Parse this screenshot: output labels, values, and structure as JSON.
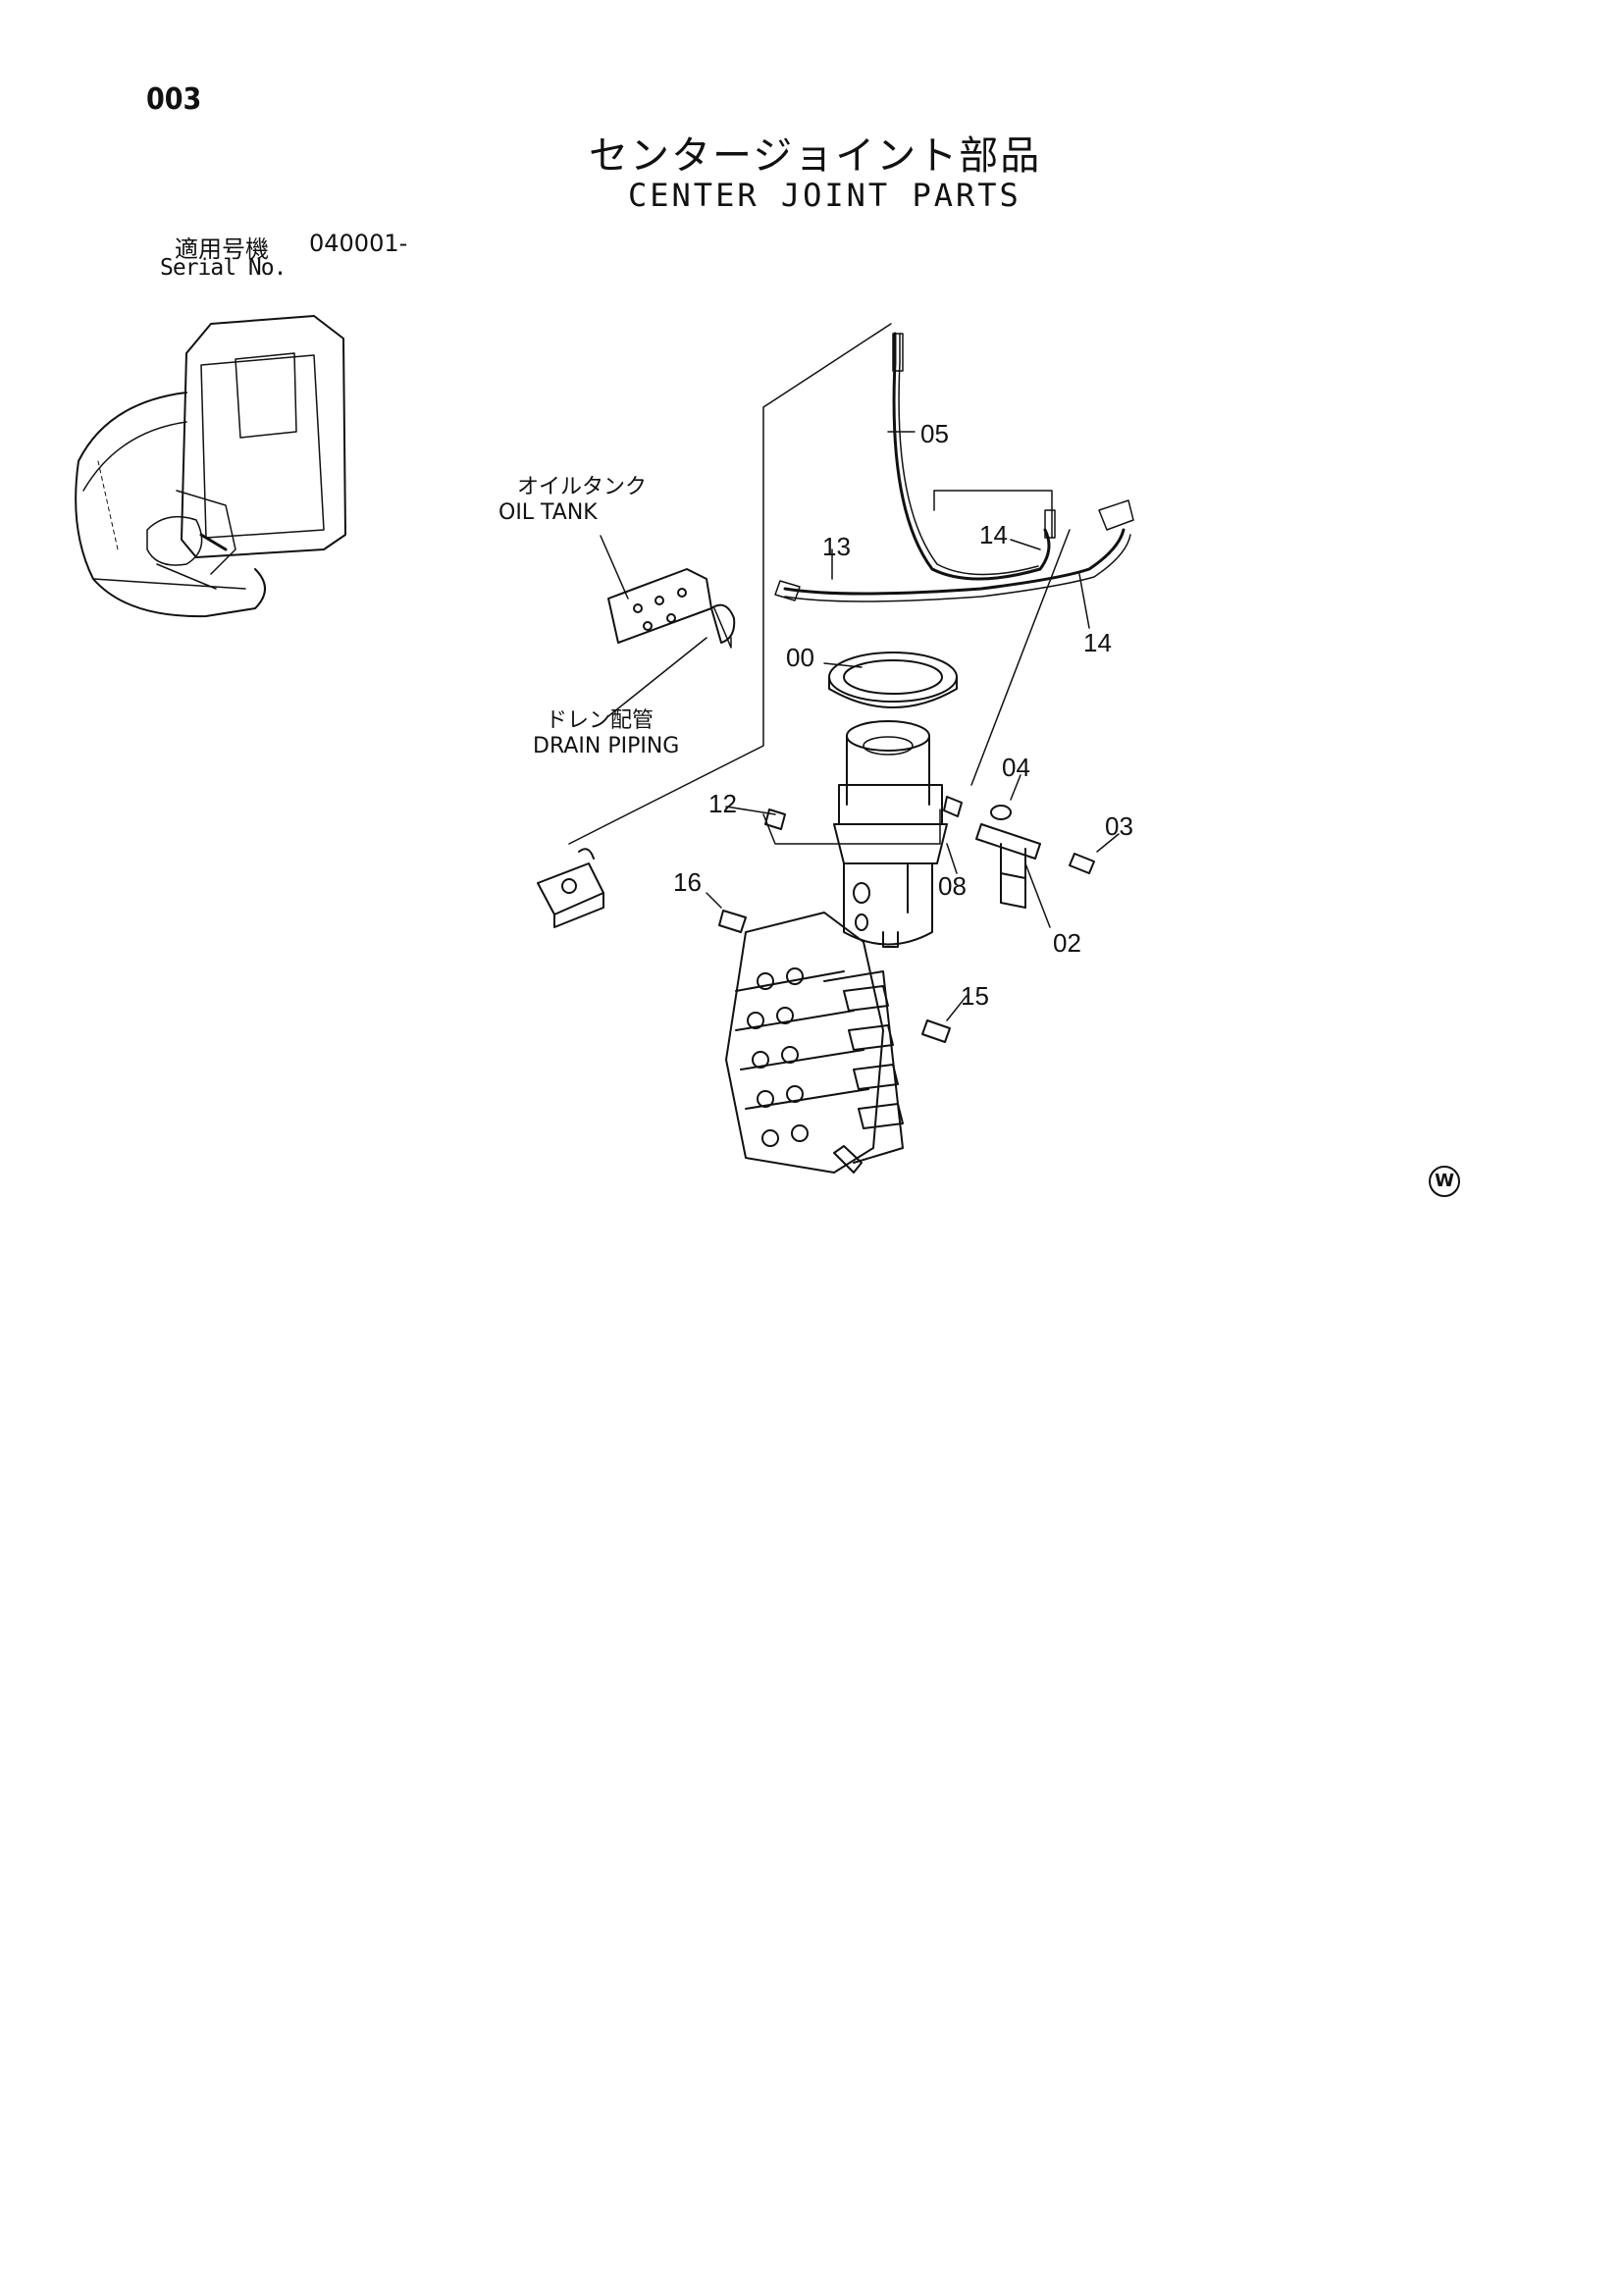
{
  "page": {
    "code": "003",
    "title_jp": "センタージョイント部品",
    "title_en": "CENTER JOINT PARTS",
    "serial_label_jp": "適用号機",
    "serial_value": "040001-",
    "serial_label_en": "Serial No."
  },
  "callouts": {
    "oil_tank_jp": "オイルタンク",
    "oil_tank_en": "OIL TANK",
    "drain_piping_jp": "ドレン配管",
    "drain_piping_en": "DRAIN PIPING"
  },
  "part_numbers": [
    "05",
    "14",
    "13",
    "14",
    "00",
    "04",
    "03",
    "12",
    "08",
    "16",
    "02",
    "15"
  ],
  "corner_mark": "W"
}
